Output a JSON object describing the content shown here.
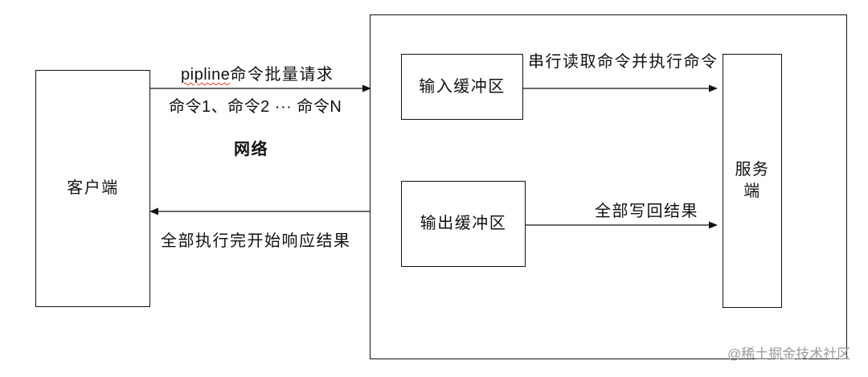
{
  "client": {
    "label": "客户端"
  },
  "server": {
    "label": "服务端"
  },
  "buffers": {
    "input": "输入缓冲区",
    "output": "输出缓冲区"
  },
  "network": {
    "label": "网络",
    "request_label_word": "pipline",
    "request_label_rest": "命令批量请求",
    "request_commands": "命令1、命令2 ··· 命令N",
    "response_label": "全部执行完开始响应结果"
  },
  "internal": {
    "read_execute_label": "串行读取命令并执行命令",
    "write_back_label": "全部写回结果"
  },
  "watermark": "@稀土掘金技术社区",
  "colors": {
    "stroke": "#111111",
    "spellcheck_underline": "#e0312b",
    "watermark": "#9a9a9a"
  }
}
